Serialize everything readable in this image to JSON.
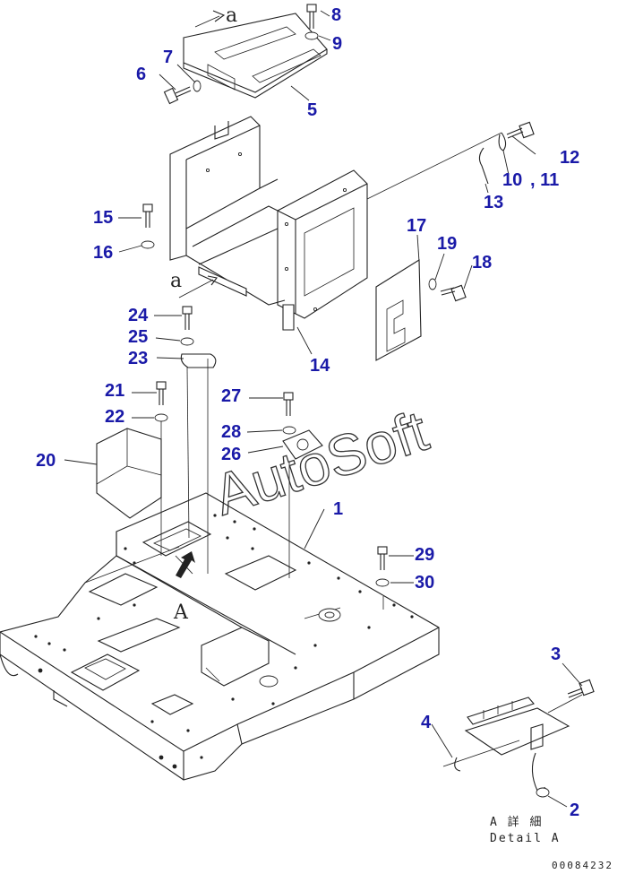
{
  "callouts": {
    "c1": "1",
    "c2": "2",
    "c3": "3",
    "c4": "4",
    "c5": "5",
    "c6": "6",
    "c7": "7",
    "c8": "8",
    "c9": "9",
    "c10": "10",
    "c11": ", 11",
    "c12": "12",
    "c13": "13",
    "c14": "14",
    "c15": "15",
    "c16": "16",
    "c17": "17",
    "c18": "18",
    "c19": "19",
    "c20": "20",
    "c21": "21",
    "c22": "22",
    "c23": "23",
    "c24": "24",
    "c25": "25",
    "c26": "26",
    "c27": "27",
    "c28": "28",
    "c29": "29",
    "c30": "30"
  },
  "view_markers": {
    "a_upper": "a",
    "a_lower": "a",
    "A_main": "A"
  },
  "detail_caption": {
    "line1": "A 詳 細",
    "line2": "Detail A"
  },
  "watermark": "AutoSoft",
  "doc_id": "00084232",
  "colors": {
    "callout": "#1a1aa8",
    "line": "#222222",
    "background": "#ffffff"
  }
}
